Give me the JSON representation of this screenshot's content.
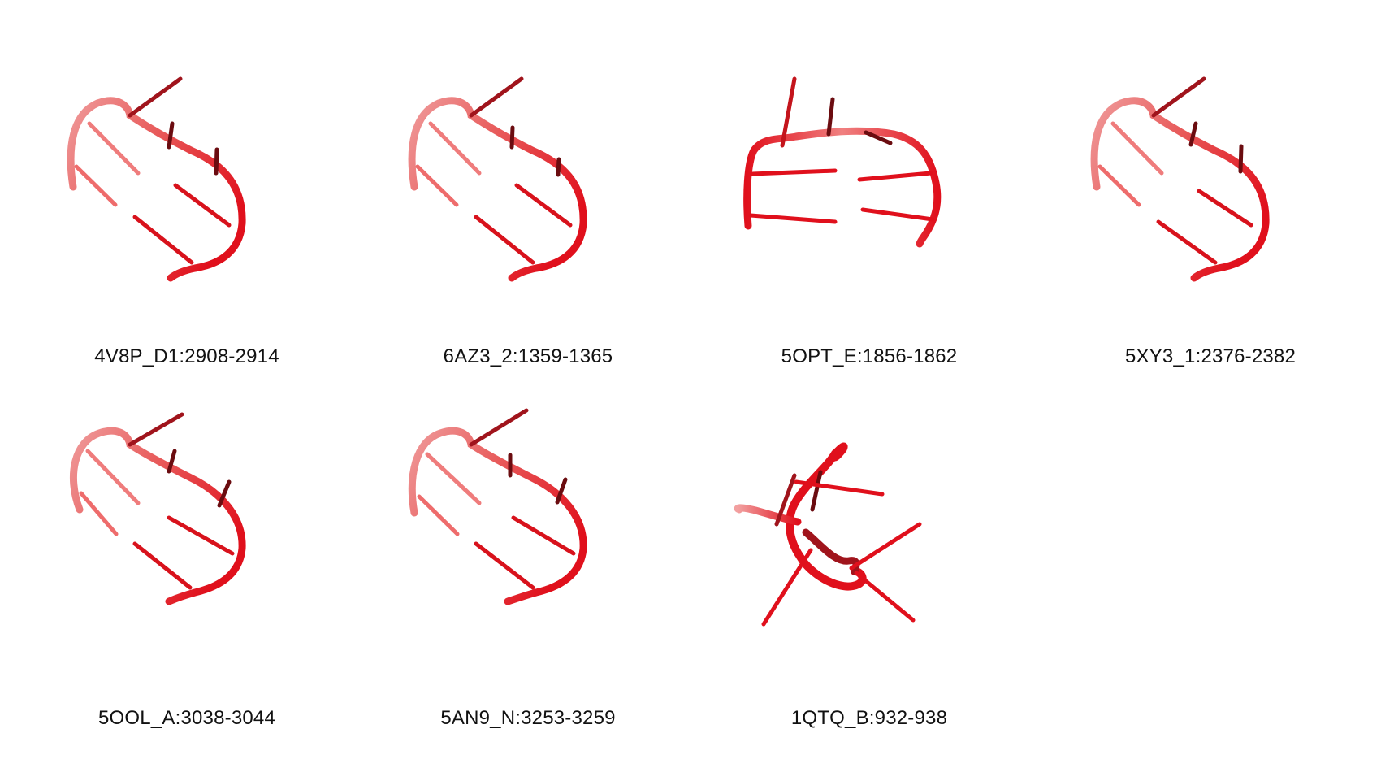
{
  "structures": [
    {
      "label": "4V8P_D1:2908-2914",
      "color": "#e0101c"
    },
    {
      "label": "6AZ3_2:1359-1365",
      "color": "#e0101c"
    },
    {
      "label": "5OPT_E:1856-1862",
      "color": "#e0101c"
    },
    {
      "label": "5XY3_1:2376-2382",
      "color": "#e0101c"
    },
    {
      "label": "5OOL_A:3038-3044",
      "color": "#e0101c"
    },
    {
      "label": "5AN9_N:3253-3259",
      "color": "#e0101c"
    },
    {
      "label": "1QTQ_B:932-938",
      "color": "#e0101c"
    }
  ]
}
